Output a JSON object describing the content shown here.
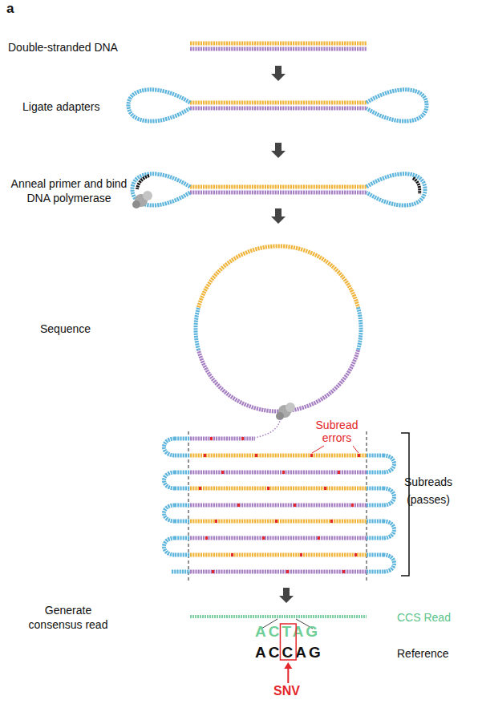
{
  "diagram": {
    "labels": [
      "a",
      "Double-stranded DNA",
      "Ligate adapters",
      "Anneal primer and bind DNA polymerase",
      "Sequence",
      "Subread errors",
      "Subreads (passes)",
      "Generate consensus read",
      "CCS Read",
      "ACTAG",
      "ACCAG",
      "Reference",
      "SNV"
    ]
  }
}
